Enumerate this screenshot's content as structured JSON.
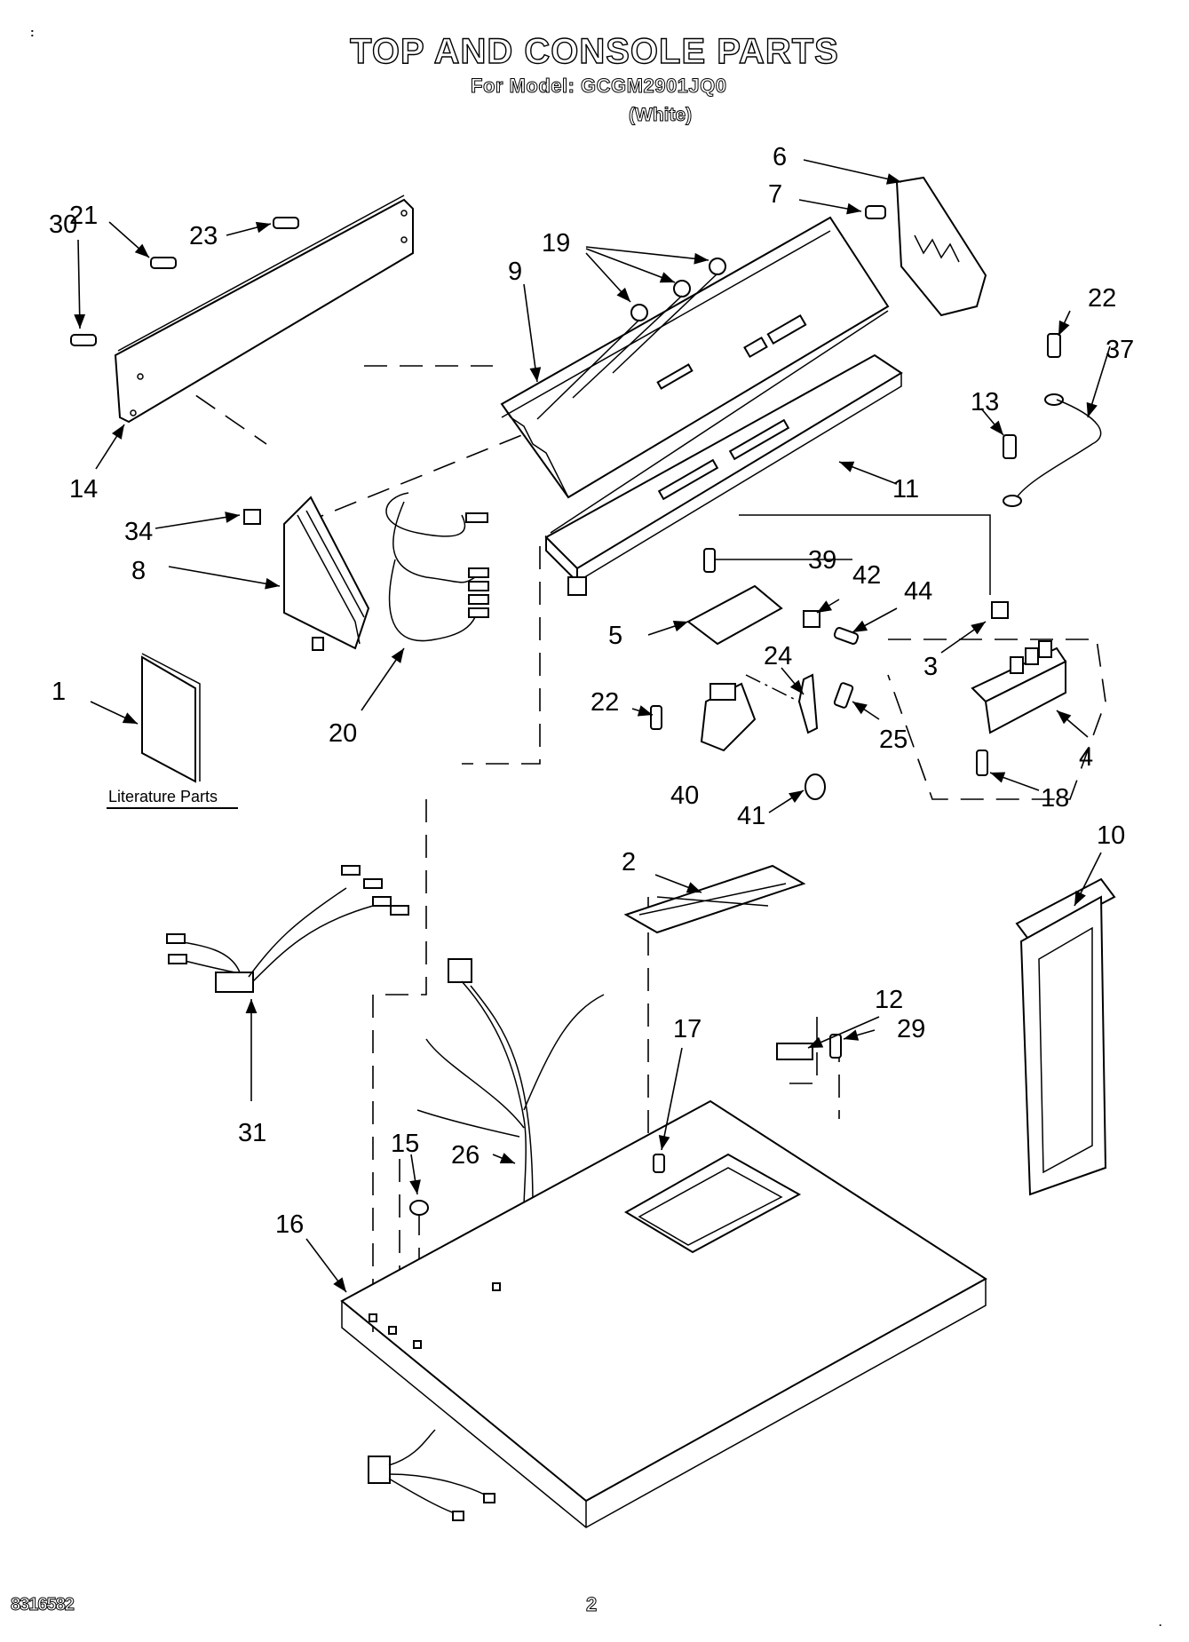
{
  "header": {
    "title": "TOP AND CONSOLE PARTS",
    "model_line": "For Model: GCGM2901JQ0",
    "color_note": "(White)",
    "corner_mark": ":"
  },
  "footer": {
    "document_number": "8316582",
    "page_number": "2",
    "end_mark": "."
  },
  "literature": {
    "label": "Literature Parts"
  },
  "callouts": [
    {
      "id": "1",
      "label": "1",
      "part": "literature-parts"
    },
    {
      "id": "2",
      "label": "2",
      "part": "lint-screen-cover"
    },
    {
      "id": "3",
      "label": "3",
      "part": "switch-knob-push"
    },
    {
      "id": "4",
      "label": "4",
      "part": "push-button-switch"
    },
    {
      "id": "5",
      "label": "5",
      "part": "timer-bracket"
    },
    {
      "id": "6",
      "label": "6",
      "part": "console-end-cap-right"
    },
    {
      "id": "7",
      "label": "7",
      "part": "screw"
    },
    {
      "id": "8",
      "label": "8",
      "part": "console-end-cap-left"
    },
    {
      "id": "9",
      "label": "9",
      "part": "console-panel"
    },
    {
      "id": "10",
      "label": "10",
      "part": "lint-screen-housing"
    },
    {
      "id": "11",
      "label": "11",
      "part": "console-base"
    },
    {
      "id": "12",
      "label": "12",
      "part": "clip"
    },
    {
      "id": "13",
      "label": "13",
      "part": "screw"
    },
    {
      "id": "14",
      "label": "14",
      "part": "console-rear-panel"
    },
    {
      "id": "15",
      "label": "15",
      "part": "clip"
    },
    {
      "id": "16",
      "label": "16",
      "part": "top-panel"
    },
    {
      "id": "17",
      "label": "17",
      "part": "screw"
    },
    {
      "id": "18",
      "label": "18",
      "part": "screw"
    },
    {
      "id": "19",
      "label": "19",
      "part": "indicator-lights"
    },
    {
      "id": "20",
      "label": "20",
      "part": "wire-harness"
    },
    {
      "id": "21",
      "label": "21",
      "part": "screw"
    },
    {
      "id": "22",
      "label": "22",
      "part": "screw"
    },
    {
      "id": "23",
      "label": "23",
      "part": "screw"
    },
    {
      "id": "24",
      "label": "24",
      "part": "bracket"
    },
    {
      "id": "25",
      "label": "25",
      "part": "screw"
    },
    {
      "id": "26",
      "label": "26",
      "part": "main-wire-harness"
    },
    {
      "id": "29",
      "label": "29",
      "part": "screw"
    },
    {
      "id": "30",
      "label": "30",
      "part": "screw"
    },
    {
      "id": "31",
      "label": "31",
      "part": "wire-harness-connector"
    },
    {
      "id": "34",
      "label": "34",
      "part": "clip"
    },
    {
      "id": "37",
      "label": "37",
      "part": "ground-wire"
    },
    {
      "id": "39",
      "label": "39",
      "part": "screw"
    },
    {
      "id": "40",
      "label": "40",
      "part": "timer"
    },
    {
      "id": "41",
      "label": "41",
      "part": "timer-knob-clip"
    },
    {
      "id": "42",
      "label": "42",
      "part": "knob"
    },
    {
      "id": "44",
      "label": "44",
      "part": "screw"
    }
  ]
}
